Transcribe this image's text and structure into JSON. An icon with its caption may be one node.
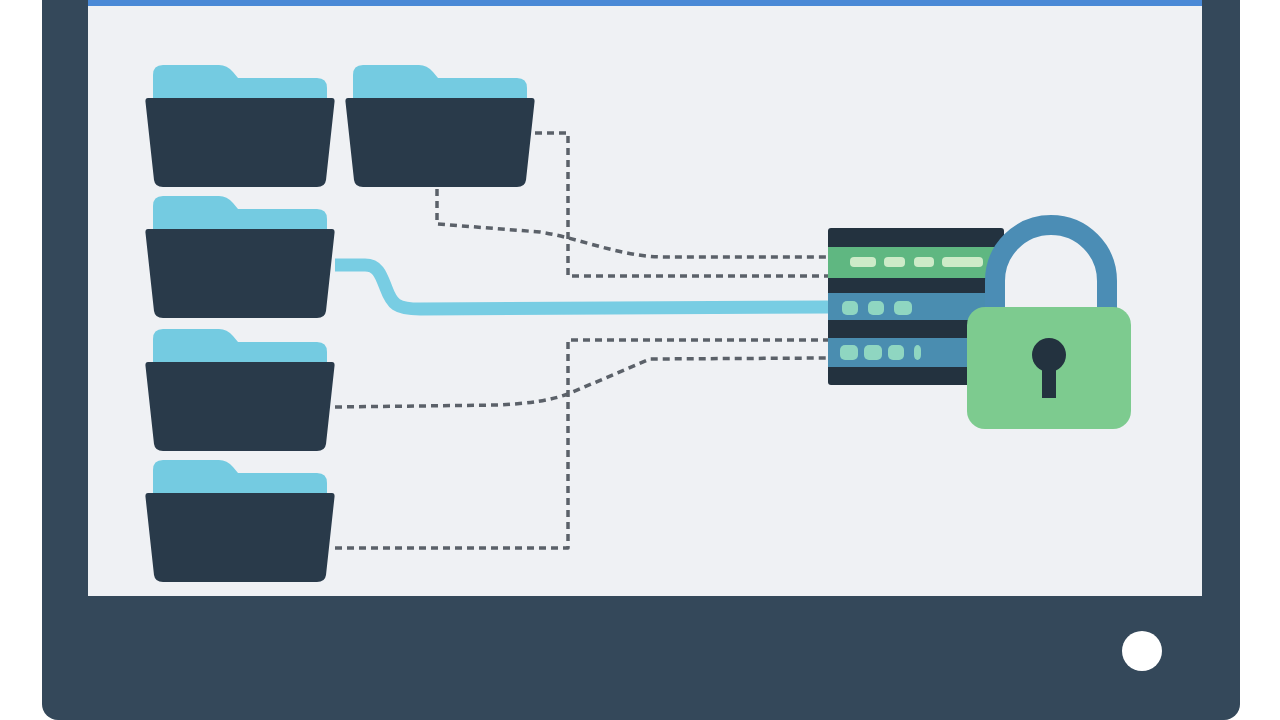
{
  "diagram": {
    "nodes": [
      {
        "text": [],
        "shape": "folder"
      },
      {
        "text": [],
        "shape": "folder"
      },
      {
        "text": [],
        "shape": "folder"
      },
      {
        "text": [],
        "shape": "folder"
      },
      {
        "text": [],
        "shape": "folder"
      },
      {
        "text": [],
        "shape": "server"
      }
    ],
    "edges": [
      {
        "from": 1,
        "to": 5,
        "arrow": "none",
        "style": "dashed"
      },
      {
        "from": 1,
        "to": 5,
        "arrow": "none",
        "style": "dashed"
      },
      {
        "from": 2,
        "to": 5,
        "arrow": "none",
        "style": "thick",
        "color": "#78cde3"
      },
      {
        "from": 3,
        "to": 5,
        "arrow": "none",
        "style": "dashed"
      },
      {
        "from": 4,
        "to": 5,
        "arrow": "none",
        "style": "dashed"
      }
    ]
  }
}
